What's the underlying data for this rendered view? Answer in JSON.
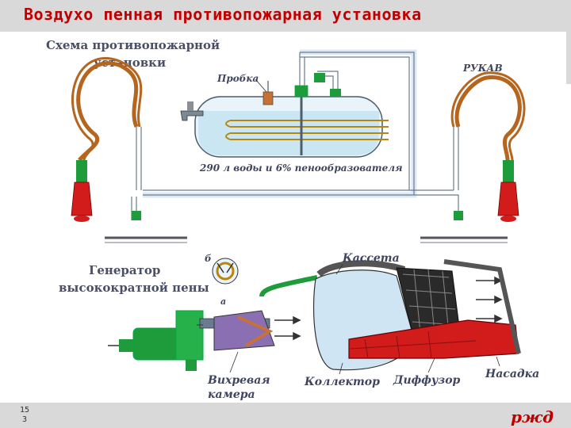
{
  "header": {
    "title": "Воздухо пенная противопожарная установка"
  },
  "scheme": {
    "title_line1": "Схема противопожарной",
    "title_line2": "установки",
    "plug_label": "Пробка",
    "hose_label": "РУКАВ",
    "tank_caption": "290 л воды и 6% пенообразователя"
  },
  "generator": {
    "title_line1": "Генератор",
    "title_line2": "высокократной пены",
    "label_b": "б",
    "label_a": "а",
    "cassette_label": "Кассета",
    "vortex_label_line1": "Вихревая",
    "vortex_label_line2": "камера",
    "collector_label": "Коллектор",
    "diffuser_label": "Диффузор",
    "nozzle_label": "Насадка"
  },
  "footer": {
    "page_number_line1": "15",
    "page_number_line2": "3",
    "logo": "ржд"
  },
  "colors": {
    "title_red": "#c00000",
    "pipe_blue": "#dce9f4",
    "water_blue": "#c9e6f2",
    "green_fitting": "#1e9b3a",
    "red_nozzle": "#d21c1c",
    "gray_band": "#d9d9d9"
  }
}
